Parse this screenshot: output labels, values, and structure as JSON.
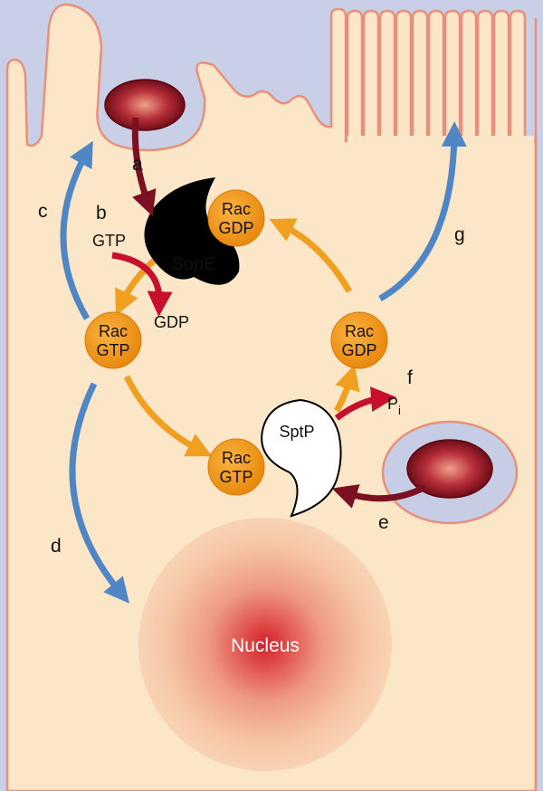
{
  "colors": {
    "background": "#c9cfe6",
    "cell": "#fbe6c8",
    "membrane": "#e8907a",
    "vacuole": "#c8cde6",
    "bacteria": "#8a1a24",
    "rac": "#f09a1a",
    "arrow_orange": "#f0a020",
    "arrow_blue": "#4f86c6",
    "arrow_red": "#c8102e",
    "arrow_darkred": "#7a1020",
    "sope": "#000000",
    "sptp": "#ffffff"
  },
  "labels": {
    "a": "a",
    "b": "b",
    "c": "c",
    "d": "d",
    "e": "e",
    "f": "f",
    "g": "g",
    "gtp": "GTP",
    "gdp": "GDP",
    "pi": "P",
    "pi_sub": "i",
    "nucleus": "Nucleus"
  },
  "proteins": {
    "sope": "SopE",
    "sptp": "SptP"
  },
  "rac_nodes": [
    {
      "line1": "Rac",
      "line2": "GDP"
    },
    {
      "line1": "Rac",
      "line2": "GTP"
    },
    {
      "line1": "Rac",
      "line2": "GDP"
    },
    {
      "line1": "Rac",
      "line2": "GTP"
    }
  ]
}
